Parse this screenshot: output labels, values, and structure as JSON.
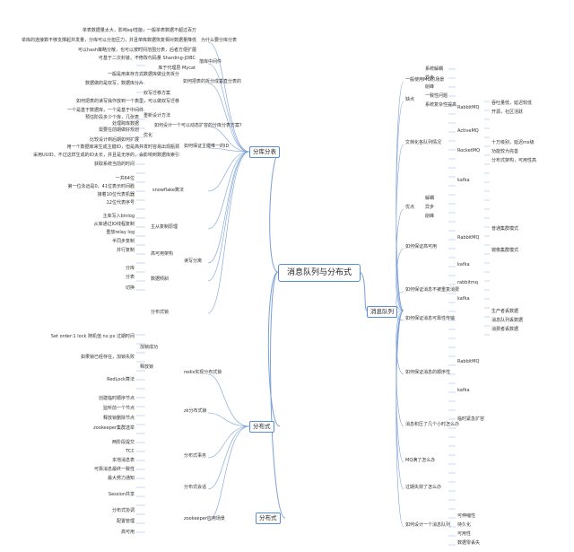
{
  "central": "消息队列与分布式",
  "branches": {
    "left1": "分库分表",
    "left2": "分布式",
    "left3": "分布式",
    "right1": "消息队列"
  },
  "nodes": {
    "L1": "单表数据量太大，影响sql性能，一般单表数据不超过百万",
    "L2": "单库的连接数不够支撑起并发量，分库可以分担压力，并且单库数据恢复相对数据量降低",
    "L3": "可以hash策略分散，也可以按时间范围分表，后者方便扩展",
    "L4": "为什么要分库分表",
    "L5": "可基于二次封装，不修改代码量   Sharding-JDBC",
    "L6": "落库中间件",
    "L7": "库于代理层   Mycat",
    "L8": "一般是用来存方式数据库做业务拆分",
    "L9": "如何把表的拆分成垂直分表的",
    "L10": "双写迁移方案",
    "L11": "数据做的是双写，数据库分片",
    "L12": "如何把表的读写操作放到一个表里，可以做双写迁移",
    "L13": "一个是基于数据库，一个是基于中间件",
    "L14": "预估阶段多少个库，几张表",
    "L15": "重新设计方法",
    "L16": "处理跨库数据",
    "L17": "如何设计一个可以动态扩容的分库分表方案?",
    "L18": "优化",
    "L19": "需要在前期做好规划",
    "L20": "比较设计到后期如何扩展",
    "L21": "用一个数据库来生成主键ID，但是高并发时容易出现瓶颈",
    "L22": "采用UUID，不过这样生成的ID太长，并且是无序的，会影响到数据库索引",
    "L23": "获取系统当前的时间",
    "L24": "snowflake算法",
    "L25": "如何保证主键唯一的ID",
    "L26": "一共64位",
    "L27": "第一位永远是0，41位表示时间戳",
    "L28": "接着10位代表机器",
    "L29": "12位代表序号",
    "L30": "主库写入binlog",
    "L31": "从库通过IO线程复制",
    "L32": "重放relay log",
    "L33": "主从复制原理",
    "L34": "半同步复制",
    "L35": "并行复制",
    "L36": "高可用架构",
    "L37": "读写分离",
    "L38": "分库",
    "L39": "分表",
    "L40": "数据倾斜",
    "L41": "切换",
    "L42": "分布式锁",
    "L43": "redis实现分布式锁",
    "L44": "Set order:1 lock 随机值 nx px 过期时间",
    "L45": "加锁成功",
    "L46": "释放锁",
    "L47": "如果锁已经存在，加锁失败",
    "L48": "RedLock算法",
    "L49": "zk分布式锁",
    "L50": "创建临时顺序节点",
    "L51": "监听前一个节点",
    "L52": "释放锁删除节点",
    "L53": "zookeeper集群选举",
    "L54": "分布式事务",
    "L55": "两阶段提交",
    "L56": "TCC",
    "L57": "本地消息表",
    "L58": "可靠消息最终一致性",
    "L59": "最大努力通知",
    "L60": "分布式会话",
    "L61": "Session共享",
    "L62": "zookeeper应用场景",
    "L63": "分布式协调",
    "L64": "配置管理",
    "L65": "高可用",
    "R1": "系统解耦",
    "R2": "异步",
    "R3": "一般使用MQ的场景",
    "R4": "削峰",
    "R5": "一致性问题",
    "R6": "缺点",
    "R7": "系统复杂性提高",
    "R8": "文档化各队列情况",
    "R9": "RabbitMQ",
    "R10": "吞吐量低，延迟较低",
    "R11": "开源，社区活跃",
    "R12": "ActiveMQ",
    "R13": "RocketMQ",
    "R14": "kafka",
    "R15": "十万级别，延迟ms级",
    "R16": "功能较为完善",
    "R17": "分布式架构，可用性高",
    "R18": "优点",
    "R19": "解耦",
    "R20": "异步",
    "R21": "削峰",
    "R22": "如何保证高可用",
    "R23": "RabbitMQ",
    "R24": "普通集群模式",
    "R25": "镜像集群模式",
    "R26": "kafka",
    "R27": "如何保证消息不被重复消费",
    "R28": "rabbitmq",
    "R29": "kafka",
    "R30": "生产者丢数据",
    "R31": "消息队列丢数据",
    "R32": "消费者丢数据",
    "R33": "如何保证消息可靠性传输",
    "R34": "如何保证消息的顺序性",
    "R35": "RabbitMQ",
    "R36": "kafka",
    "R37": "消息积压了几个小时怎么办",
    "R38": "临时紧急扩容",
    "R39": "MQ满了怎么办",
    "R40": "过期失效了怎么办",
    "R41": "如何设计一个消息队列",
    "R42": "可伸缩性",
    "R43": "持久化",
    "R44": "可用性",
    "R45": "数据零丢失"
  }
}
